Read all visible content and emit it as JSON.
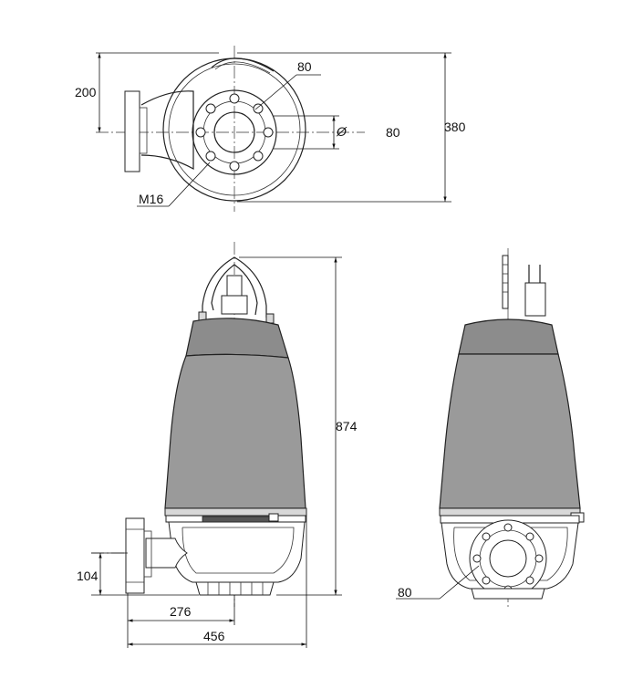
{
  "dimensions": {
    "top_flange_offset": "200",
    "top_flange_pcd": "80",
    "top_bore_symbol": "Ø",
    "top_bore": "80",
    "top_overall_depth": "380",
    "bolt_thread": "M16",
    "overall_height": "874",
    "outlet_height": "104",
    "outlet_to_center": "276",
    "overall_length": "456",
    "side_flange_size": "80"
  }
}
